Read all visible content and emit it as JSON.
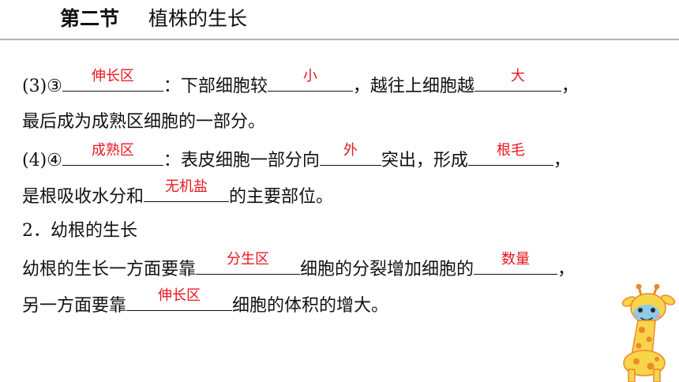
{
  "header": {
    "section": "第二节",
    "topic": "植株的生长"
  },
  "content": {
    "item3": {
      "prefix": "(3)③",
      "answer1": "伸长区",
      "text1": "：下部细胞较",
      "answer2": "小",
      "text2": "，越往上细胞越",
      "answer3": "大",
      "text3": "，",
      "line2": "最后成为成熟区细胞的一部分。"
    },
    "item4": {
      "prefix": "(4)④",
      "answer1": "成熟区",
      "text1": "：表皮细胞一部分向",
      "answer2": "外",
      "text2": "突出，形成",
      "answer3": "根毛",
      "text3": "，",
      "line2_prefix": "是根吸收水分和",
      "answer4": "无机盐",
      "line2_suffix": "的主要部位。"
    },
    "section2": {
      "heading": "2．幼根的生长",
      "line1_prefix": "幼根的生长一方面要靠",
      "answer1": "分生区",
      "line1_mid": "细胞的分裂增加细胞的",
      "answer2": "数量",
      "line1_suffix": "，",
      "line2_prefix": "另一方面要靠",
      "answer3": "伸长区",
      "line2_suffix": "细胞的体积的增大。"
    }
  },
  "decoration": {
    "icon": "giraffe-icon",
    "colors": {
      "body": "#f7d44a",
      "spots": "#e98b2a",
      "face": "#8ccbe8",
      "answer": "#e8171f"
    }
  }
}
